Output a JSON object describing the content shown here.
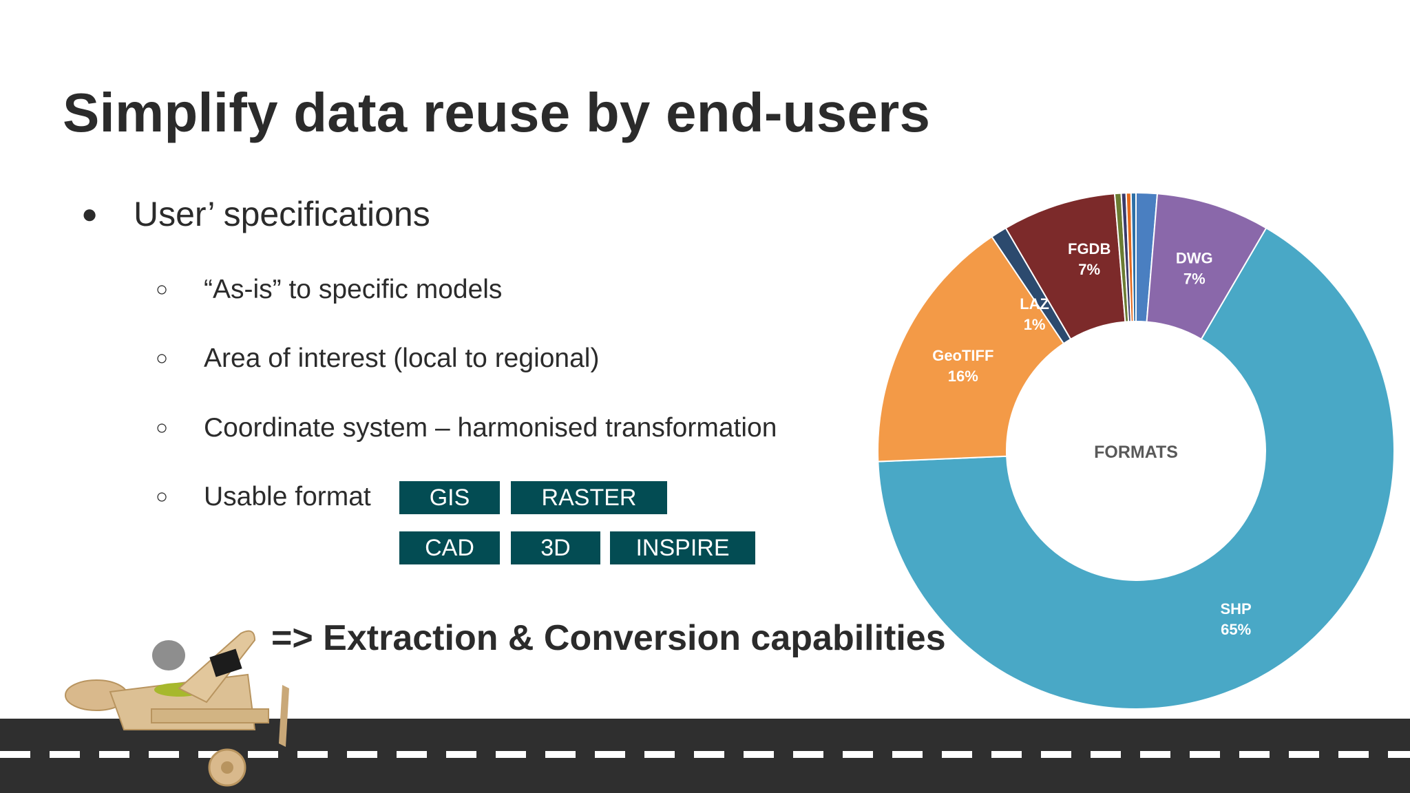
{
  "slide": {
    "title": "Simplify data reuse by end-users",
    "bullet_main": "User’ specifications",
    "sub_bullets": [
      "“As-is” to specific models",
      "Area of interest (local to regional)",
      "Coordinate system – harmonised transformation",
      "Usable format"
    ],
    "format_tags": [
      "GIS",
      "RASTER",
      "CAD",
      "3D",
      "INSPIRE"
    ],
    "conclusion": "=> Extraction & Conversion capabilities",
    "bullet_glyph": "●",
    "sub_bullet_glyph": "○"
  },
  "colors": {
    "tag_bg": "#034c53",
    "road": "#2f2f2f"
  },
  "chart_data": {
    "type": "pie",
    "variant": "donut",
    "center_label": "FORMATS",
    "slices": [
      {
        "label": "",
        "value": 1.3,
        "color": "#4a7fc1",
        "label_text": "",
        "value_text": ""
      },
      {
        "label": "DWG",
        "value": 7,
        "color": "#8a68aa",
        "label_text": "DWG",
        "value_text": "7%"
      },
      {
        "label": "SHP",
        "value": 65,
        "color": "#49a8c6",
        "label_text": "SHP",
        "value_text": "65%"
      },
      {
        "label": "GeoTIFF",
        "value": 16,
        "color": "#f39a47",
        "label_text": "GeoTIFF",
        "value_text": "16%"
      },
      {
        "label": "LAZ",
        "value": 1,
        "color": "#2c4a6e",
        "label_text": "LAZ",
        "value_text": "1%"
      },
      {
        "label": "FGDB",
        "value": 7,
        "color": "#7c2a2a",
        "label_text": "FGDB",
        "value_text": "7%"
      },
      {
        "label": "",
        "value": 0.4,
        "color": "#6b7c33",
        "label_text": "",
        "value_text": ""
      },
      {
        "label": "",
        "value": 0.3,
        "color": "#3b3b6b",
        "label_text": "",
        "value_text": ""
      },
      {
        "label": "",
        "value": 0.3,
        "color": "#e4681b",
        "label_text": "",
        "value_text": ""
      },
      {
        "label": "",
        "value": 0.3,
        "color": "#2d6fa6",
        "label_text": "",
        "value_text": ""
      }
    ]
  }
}
